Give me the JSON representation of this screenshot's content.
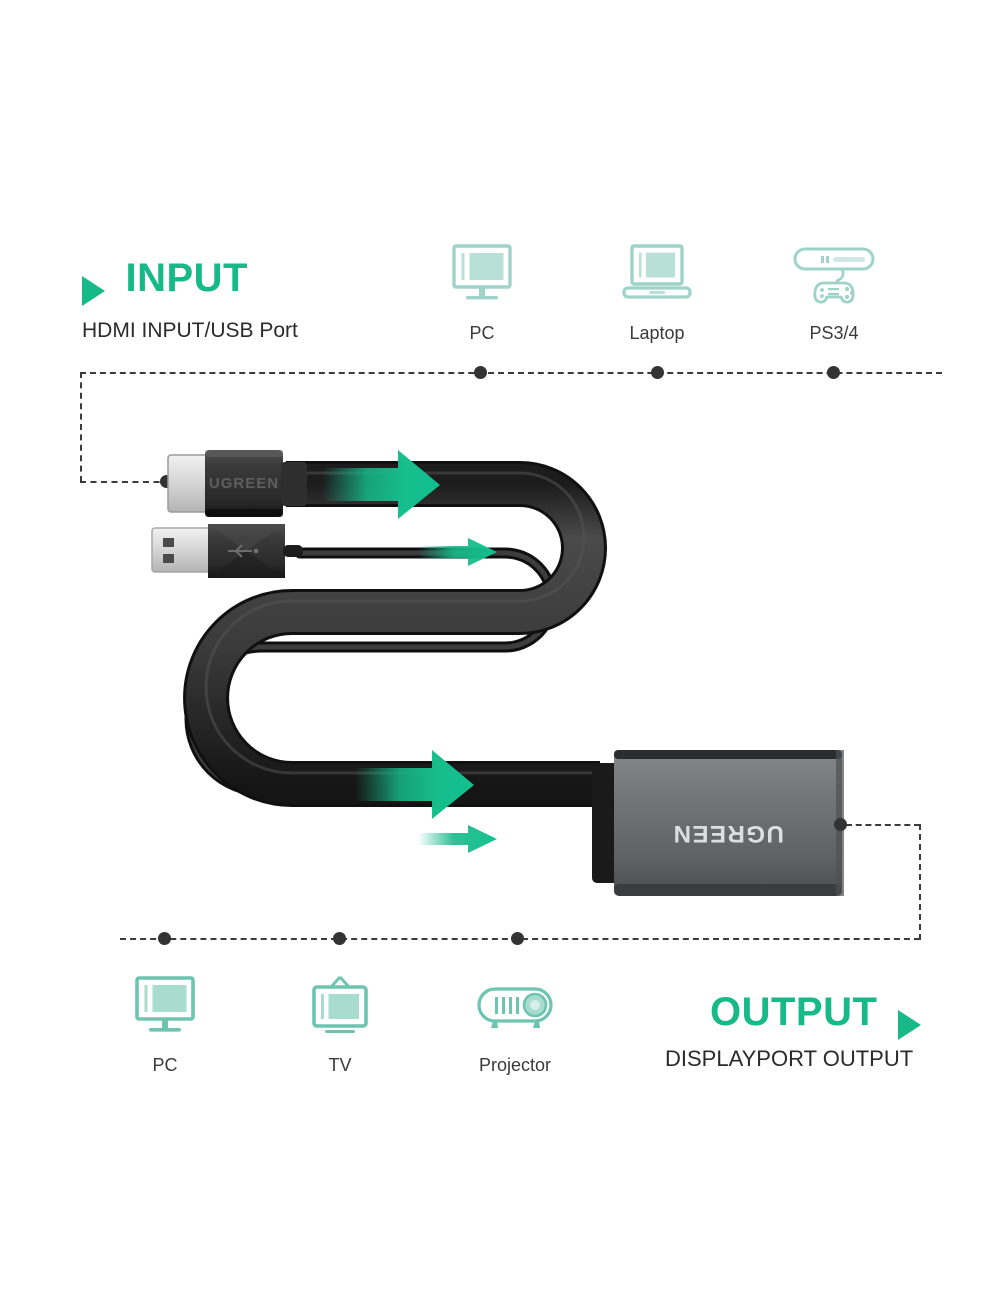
{
  "page": {
    "background": "#ffffff",
    "accent_green": "#16b987",
    "icon_teal_light": "#9ed4c8",
    "icon_teal": "#6dc4b0",
    "text_dark": "#2b2b2b",
    "cable_black": "#2f2f2f",
    "adapter_gray": "#6e7173",
    "arrow_green": "#17b98a"
  },
  "input_section": {
    "marker_icon": "triangle-right-icon",
    "title": "INPUT",
    "subtitle": "HDMI INPUT/USB Port",
    "devices": [
      {
        "icon": "monitor-icon",
        "label": "PC"
      },
      {
        "icon": "laptop-icon",
        "label": "Laptop"
      },
      {
        "icon": "console-gamepad-icon",
        "label": "PS3/4"
      }
    ]
  },
  "output_section": {
    "marker_icon": "triangle-right-icon",
    "title": "OUTPUT",
    "subtitle": "DISPLAYPORT OUTPUT",
    "devices": [
      {
        "icon": "monitor-icon",
        "label": "PC"
      },
      {
        "icon": "tv-icon",
        "label": "TV"
      },
      {
        "icon": "projector-icon",
        "label": "Projector"
      }
    ]
  },
  "product": {
    "brand": "UGREEN",
    "input_connectors": [
      {
        "name": "hdmi-plug",
        "brand": "UGREEN"
      },
      {
        "name": "usb-a-plug"
      }
    ],
    "output_adapter": {
      "name": "displayport-adapter",
      "brand": "UGREEN"
    },
    "flow_arrows": [
      {
        "name": "hdmi-flow-arrow-top",
        "direction": "right"
      },
      {
        "name": "usb-flow-arrow-top",
        "direction": "right"
      },
      {
        "name": "hdmi-flow-arrow-bottom",
        "direction": "right"
      },
      {
        "name": "usb-flow-arrow-bottom",
        "direction": "right"
      }
    ]
  }
}
